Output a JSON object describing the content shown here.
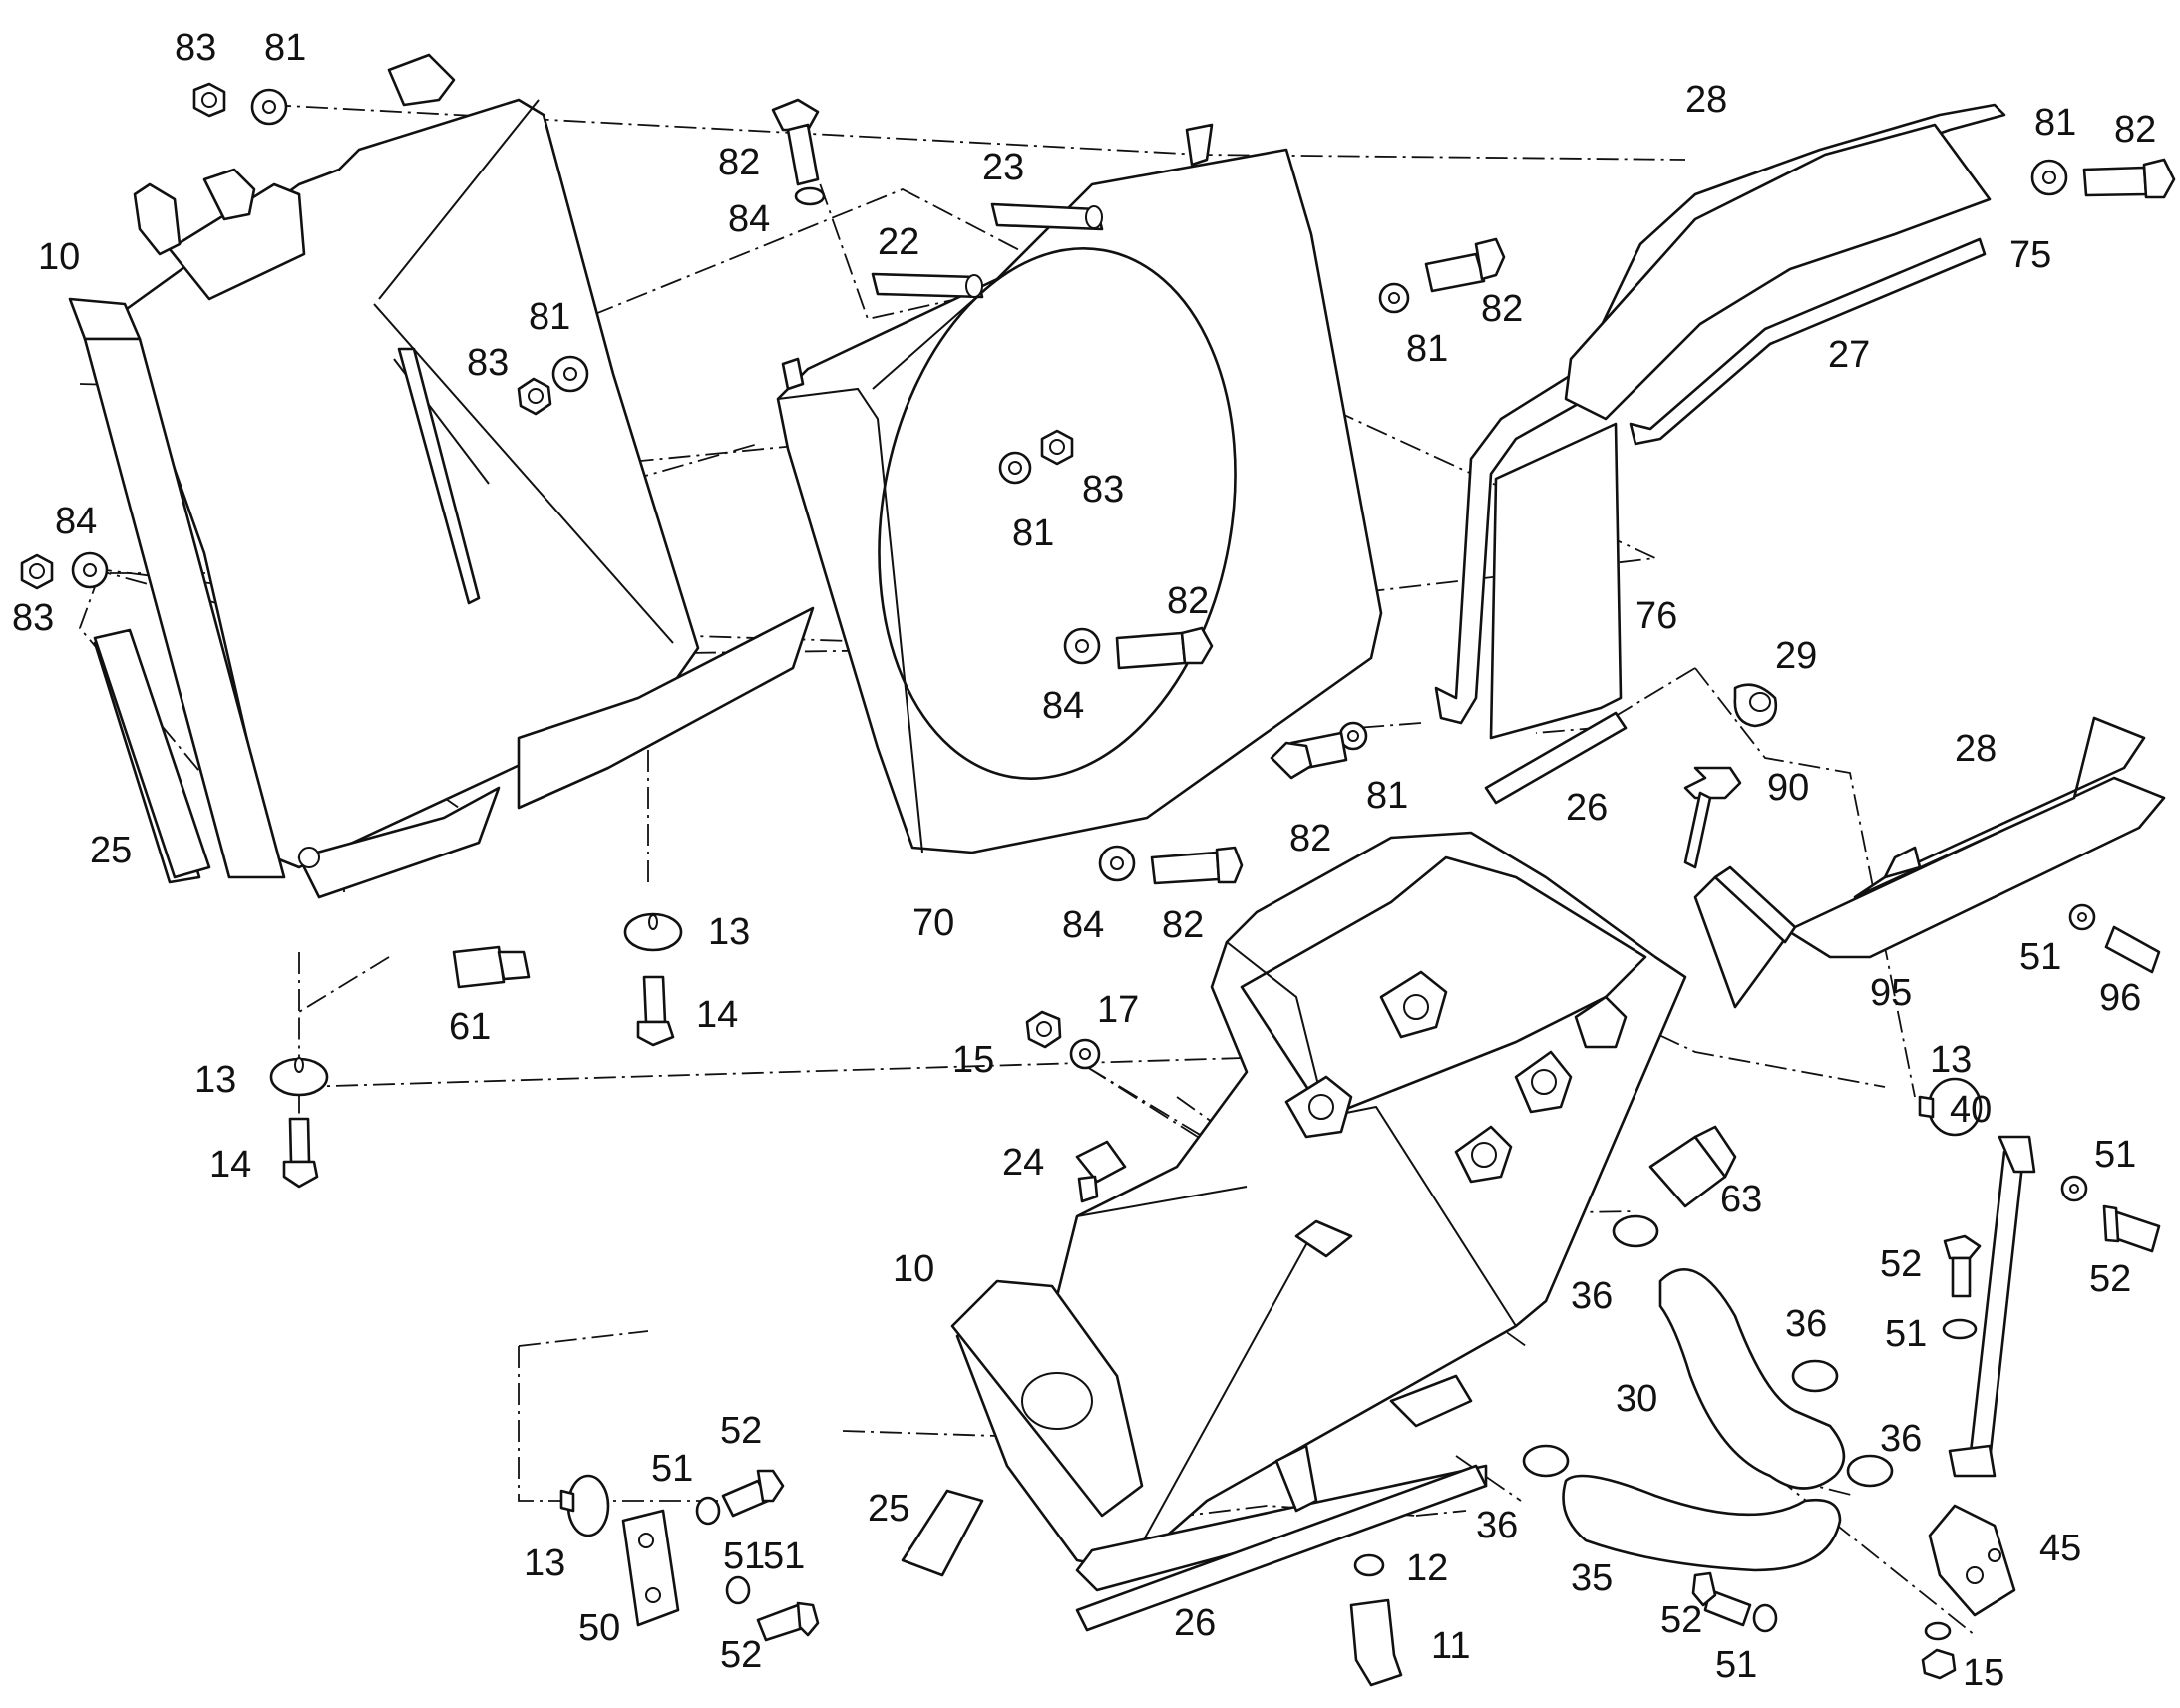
{
  "diagram": {
    "callouts": [
      {
        "text": "83"
      },
      {
        "text": "81"
      },
      {
        "text": "82"
      },
      {
        "text": "84"
      },
      {
        "text": "23"
      },
      {
        "text": "22"
      },
      {
        "text": "28"
      },
      {
        "text": "81"
      },
      {
        "text": "82"
      },
      {
        "text": "75"
      },
      {
        "text": "10"
      },
      {
        "text": "81"
      },
      {
        "text": "83"
      },
      {
        "text": "82"
      },
      {
        "text": "81"
      },
      {
        "text": "27"
      },
      {
        "text": "83"
      },
      {
        "text": "81"
      },
      {
        "text": "84"
      },
      {
        "text": "83"
      },
      {
        "text": "82"
      },
      {
        "text": "76"
      },
      {
        "text": "84"
      },
      {
        "text": "29"
      },
      {
        "text": "81"
      },
      {
        "text": "26"
      },
      {
        "text": "82"
      },
      {
        "text": "90"
      },
      {
        "text": "28"
      },
      {
        "text": "25"
      },
      {
        "text": "70"
      },
      {
        "text": "84"
      },
      {
        "text": "82"
      },
      {
        "text": "13"
      },
      {
        "text": "51"
      },
      {
        "text": "96"
      },
      {
        "text": "95"
      },
      {
        "text": "61"
      },
      {
        "text": "14"
      },
      {
        "text": "17"
      },
      {
        "text": "15"
      },
      {
        "text": "13"
      },
      {
        "text": "40"
      },
      {
        "text": "13"
      },
      {
        "text": "51"
      },
      {
        "text": "14"
      },
      {
        "text": "24"
      },
      {
        "text": "63"
      },
      {
        "text": "52"
      },
      {
        "text": "52"
      },
      {
        "text": "10"
      },
      {
        "text": "36"
      },
      {
        "text": "36"
      },
      {
        "text": "51"
      },
      {
        "text": "30"
      },
      {
        "text": "52"
      },
      {
        "text": "36"
      },
      {
        "text": "51"
      },
      {
        "text": "25"
      },
      {
        "text": "36"
      },
      {
        "text": "12"
      },
      {
        "text": "45"
      },
      {
        "text": "13"
      },
      {
        "text": "35"
      },
      {
        "text": "51"
      },
      {
        "text": "26"
      },
      {
        "text": "52"
      },
      {
        "text": "11"
      },
      {
        "text": "50"
      },
      {
        "text": "51"
      },
      {
        "text": "52"
      },
      {
        "text": "51"
      },
      {
        "text": "15"
      }
    ]
  }
}
